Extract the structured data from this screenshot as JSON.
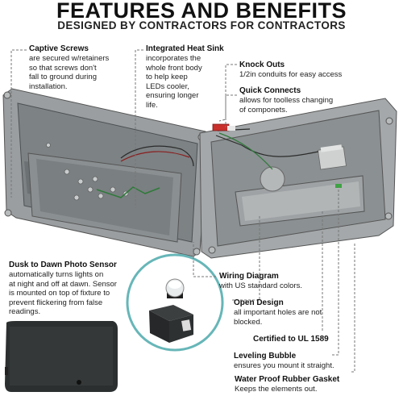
{
  "header": {
    "title": "FEATURES AND BENEFITS",
    "subtitle": "DESIGNED BY CONTRACTORS FOR CONTRACTORS"
  },
  "features": {
    "captive_screws": {
      "title": "Captive Screws",
      "text_lines": [
        "are secured w/retainers",
        "so that screws don't",
        "fall to ground during",
        "installation."
      ]
    },
    "heat_sink": {
      "title": "Integrated Heat Sink",
      "text_lines": [
        "incorporates the",
        "whole front body",
        "to help keep",
        "LEDs cooler,",
        "ensuring longer",
        "life."
      ]
    },
    "knock_outs": {
      "title": "Knock Outs",
      "text": "1/2in conduits for easy access"
    },
    "quick_connects": {
      "title": "Quick Connects",
      "text_lines": [
        "allows for toolless changing",
        "of componets."
      ]
    },
    "photo_sensor": {
      "title": "Dusk to Dawn Photo Sensor",
      "text_lines": [
        "automatically turns lights on",
        "at night and off at dawn.  Sensor",
        "is mounted on top of fixture to",
        "prevent flickering from false",
        "readings."
      ]
    },
    "wiring_diagram": {
      "title": "Wiring Diagram",
      "text": "with US standard colors."
    },
    "open_design": {
      "title": "Open Design",
      "text_lines": [
        "all important holes are not",
        "blocked."
      ]
    },
    "certified": {
      "title": "Certified to UL 1589"
    },
    "leveling_bubble": {
      "title": "Leveling Bubble",
      "text": "ensures you mount it straight."
    },
    "gasket": {
      "title": "Water Proof Rubber Gasket",
      "text": "Keeps the elements out."
    }
  },
  "colors": {
    "housing": "#8e9294",
    "housing_dark": "#5f6466",
    "accent_circle": "#67b6b8",
    "dashed_line": "#777777",
    "fixture_body": "#2b2f2f"
  }
}
